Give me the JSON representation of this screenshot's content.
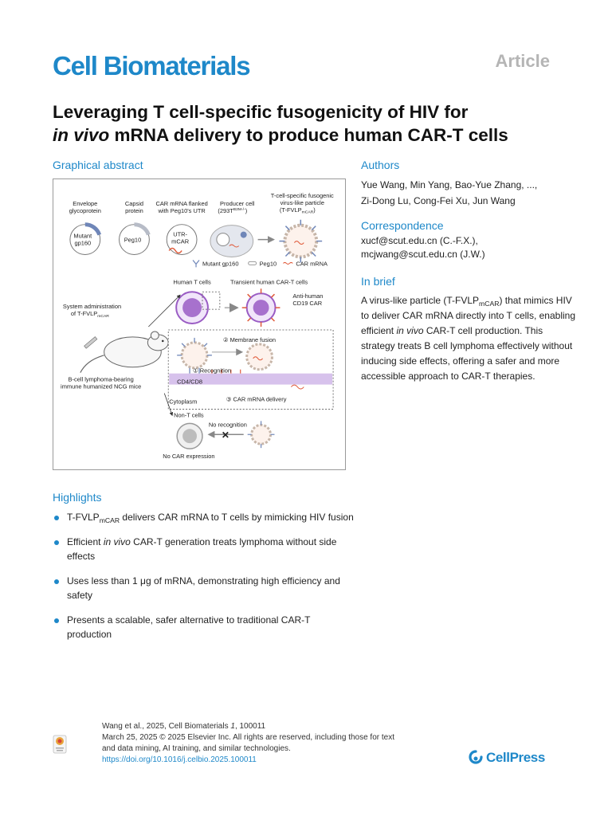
{
  "header": {
    "journal": "Cell Biomaterials",
    "article_type": "Article"
  },
  "title": {
    "line1": "Leveraging T cell-specific fusogenicity of HIV for",
    "line2_italic": "in vivo",
    "line2_rest": " mRNA delivery to produce human CAR-T cells"
  },
  "graphical_abstract": {
    "heading": "Graphical abstract",
    "labels": {
      "envelope": [
        "Envelope",
        "glycoprotein"
      ],
      "capsid": [
        "Capsid",
        "protein"
      ],
      "car_mrna": [
        "CAR mRNA flanked",
        "with Peg10's UTR"
      ],
      "producer": [
        "Producer cell",
        "(293T"
      ],
      "producer_sup": "B2M-/-",
      "producer_close": ")",
      "tcell_particle": [
        "T-cell-specific fusogenic",
        "virus-like particle",
        "(T-FVLP"
      ],
      "mcar": "mCAR",
      "mutant": "Mutant",
      "gp160": "gp160",
      "peg10": "Peg10",
      "utr": "UTR-",
      "mcar2": "mCAR",
      "legend_gp160": "Mutant gp160",
      "legend_peg10": "Peg10",
      "legend_mrna": "CAR mRNA",
      "human_t": "Human T cells",
      "transient": "Transient human CAR-T cells",
      "anti_cd19": [
        "Anti-human",
        "CD19 CAR"
      ],
      "system_admin": [
        "System administration",
        "of T-FVLP"
      ],
      "membrane_fusion": "② Membrane fusion",
      "recognition": "① Recognition",
      "cd4cd8": "CD4/CD8",
      "cytoplasm": "Cytoplasm",
      "mrna_delivery": "③ CAR mRNA delivery",
      "mice": [
        "B-cell lymphoma-bearing",
        "immune humanized NCG mice"
      ],
      "non_t": "Non-T cells",
      "no_recognition": "No recognition",
      "no_car": "No CAR expression"
    },
    "colors": {
      "envelope": "#6f86b8",
      "capsid": "#b7bcc7",
      "mrna": "#e05a3a",
      "tcell": "#9a5cc4",
      "membrane": "#d7c2ec"
    }
  },
  "authors": {
    "heading": "Authors",
    "line1": "Yue Wang, Min Yang, Bao-Yue Zhang, ...,",
    "line2": "Zi-Dong Lu, Cong-Fei Xu, Jun Wang"
  },
  "correspondence": {
    "heading": "Correspondence",
    "email1": "xucf@scut.edu.cn (C.-F.X.),",
    "email2": "mcjwang@scut.edu.cn (J.W.)"
  },
  "in_brief": {
    "heading": "In brief",
    "p1": "A virus-like particle (T-FVLP",
    "sub": "mCAR",
    "p2": ") that mimics HIV to deliver CAR mRNA directly into T cells, enabling efficient ",
    "italic": "in vivo",
    "p3": " CAR-T cell production. This strategy treats B cell lymphoma effectively without inducing side effects, offering a safer and more accessible approach to CAR-T therapies."
  },
  "highlights": {
    "heading": "Highlights",
    "h1_a": "T-FVLP",
    "h1_sub": "mCAR",
    "h1_b": " delivers CAR mRNA to T cells by mimicking HIV fusion",
    "h2_a": "Efficient ",
    "h2_italic": "in vivo",
    "h2_b": " CAR-T generation treats lymphoma without side effects",
    "h3": "Uses less than 1 μg of mRNA, demonstrating high efficiency and safety",
    "h4": "Presents a scalable, safer alternative to traditional CAR-T production"
  },
  "footer": {
    "citation_a": "Wang et al., 2025, Cell Biomaterials ",
    "citation_italic": "1",
    "citation_b": ", 100011",
    "line2": "March 25, 2025 © 2025 Elsevier Inc. All rights are reserved, including those for text",
    "line3": "and data mining, AI training, and similar technologies.",
    "doi": "https://doi.org/10.1016/j.celbio.2025.100011",
    "cellpress": "CellPress"
  }
}
